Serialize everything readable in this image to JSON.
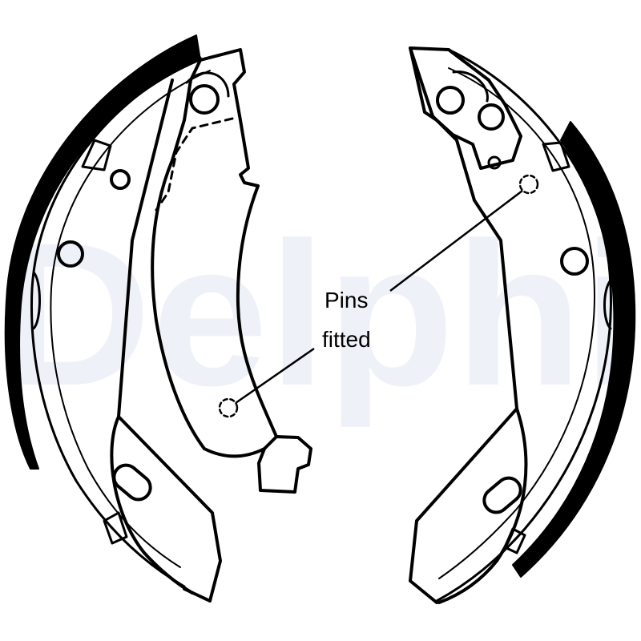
{
  "diagram": {
    "watermark": "Delphi",
    "callout": {
      "line1": "Pins",
      "line2": "fitted"
    }
  },
  "colors": {
    "ink": "#000000",
    "paper": "#ffffff",
    "watermark": "#eef2f8"
  }
}
